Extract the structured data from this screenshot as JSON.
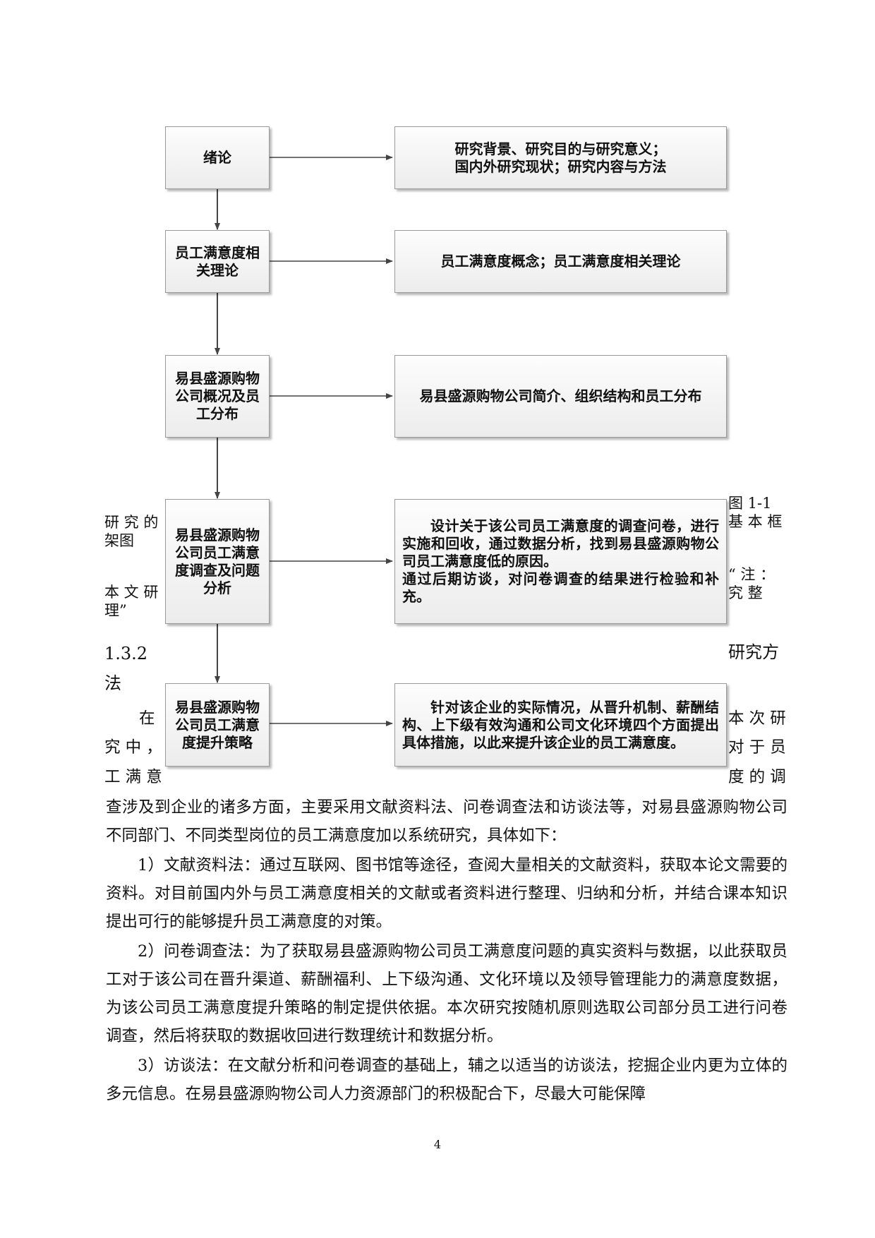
{
  "flowchart": {
    "steps": [
      {
        "label": "绪论",
        "detail": "研究背景、研究目的与研究意义；\n国内外研究现状；研究内容与方法"
      },
      {
        "label": "员工满意度相\n关理论",
        "detail": "员工满意度概念；员工满意度相关理论"
      },
      {
        "label": "易县盛源购物\n公司概况及员\n工分布",
        "detail": "易县盛源购物公司简介、组织结构和员工分布"
      },
      {
        "label": "易县盛源购物\n公司员工满意\n度调查及问题\n分析",
        "detail": "设计关于该公司员工满意度的调查问卷，进行实施和回收，通过数据分析，找到易县盛源购物公司员工满意度低的原因。\n通过后期访谈，对问卷调查的结果进行检验和补充。"
      },
      {
        "label": "易县盛源购物\n公司员工满意\n度提升策略",
        "detail": "针对该企业的实际情况，从晋升机制、薪酬结构、上下级有效沟通和公司文化环境四个方面提出具体措施，以此来提升该企业的员工满意度。"
      }
    ]
  },
  "caption_fragments": {
    "left_1": "研 究 的\n架图",
    "left_2": "本 文 研\n理”",
    "right_1": "图    1-1\n基 本 框",
    "right_2": "“  注 ：\n究      整"
  },
  "section": {
    "number": "1.3.2",
    "title_right": "研究方",
    "title_end": "法"
  },
  "intro_fragments": {
    "left_a": "在",
    "left_b": "究 中 ，",
    "left_c": "工 满 意",
    "right_a": "本 次 研",
    "right_b": "对 于 员",
    "right_c": "度 的 调"
  },
  "paragraphs": [
    "查涉及到企业的诸多方面，主要采用文献资料法、问卷调查法和访谈法等，对易县盛源购物公司不同部门、不同类型岗位的员工满意度加以系统研究，具体如下：",
    "1）文献资料法：通过互联网、图书馆等途径，查阅大量相关的文献资料，获取本论文需要的资料。对目前国内外与员工满意度相关的文献或者资料进行整理、归纳和分析，并结合课本知识提出可行的能够提升员工满意度的对策。",
    "2）问卷调查法：为了获取易县盛源购物公司员工满意度问题的真实资料与数据，以此获取员工对于该公司在晋升渠道、薪酬福利、上下级沟通、文化环境以及领导管理能力的满意度数据，为该公司员工满意度提升策略的制定提供依据。本次研究按随机原则选取公司部分员工进行问卷调查，然后将获取的数据收回进行数理统计和数据分析。",
    "3）访谈法：在文献分析和问卷调查的基础上，辅之以适当的访谈法，挖掘企业内更为立体的多元信息。在易县盛源购物公司人力资源部门的积极配合下，尽最大可能保障"
  ],
  "page_number": "4"
}
